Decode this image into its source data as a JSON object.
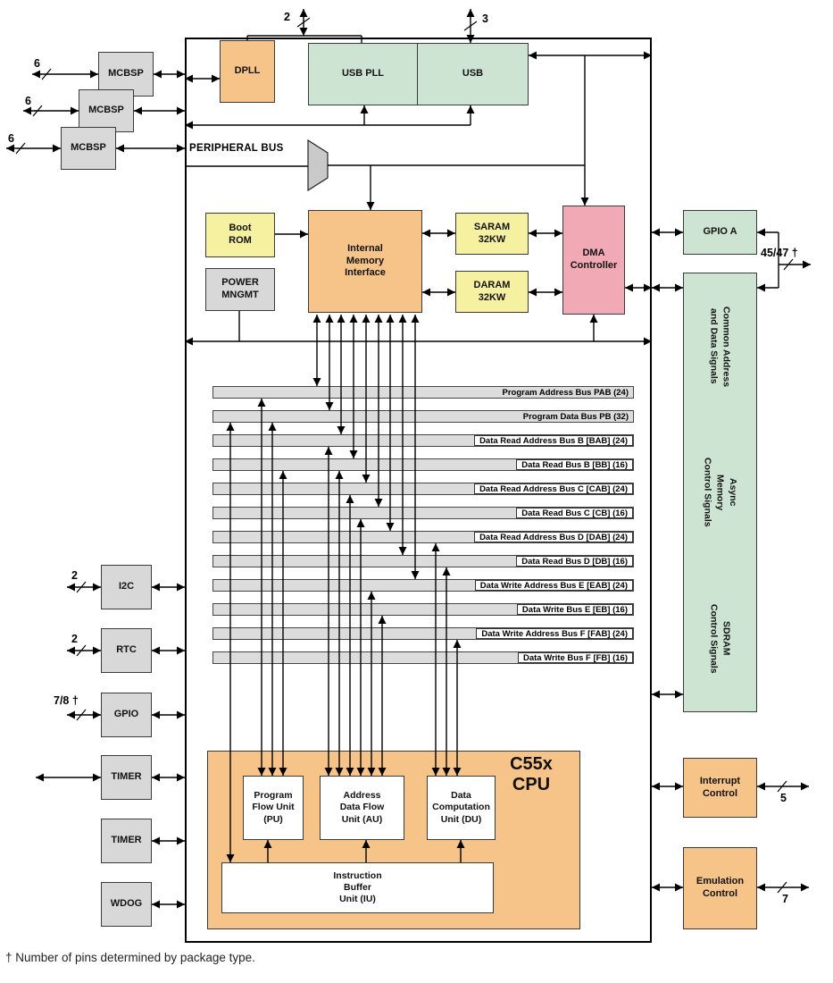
{
  "diagram": {
    "peripheral_bus": "PERIPHERAL BUS",
    "footnote": "† Number of pins determined by package type."
  },
  "blocks": {
    "mcbsp1": "MCBSP",
    "mcbsp2": "MCBSP",
    "mcbsp3": "MCBSP",
    "dpll": "DPLL",
    "usb_pll": "USB PLL",
    "usb": "USB",
    "boot_rom": "Boot\nROM",
    "power_mngmt": "POWER\nMNGMT",
    "imi": "Internal\nMemory\nInterface",
    "saram": "SARAM\n32KW",
    "daram": "DARAM\n32KW",
    "dma": "DMA\nController",
    "gpio_a": "GPIO A",
    "i2c": "I2C",
    "rtc": "RTC",
    "gpio": "GPIO",
    "timer1": "TIMER",
    "timer2": "TIMER",
    "wdog": "WDOG",
    "cpu": "C55x\nCPU",
    "pu": "Program\nFlow Unit\n(PU)",
    "au": "Address\nData Flow\nUnit (AU)",
    "du": "Data\nComputation\nUnit (DU)",
    "iu": "Instruction\nBuffer\nUnit (IU)",
    "interrupt": "Interrupt\nControl",
    "emulation": "Emulation\nControl"
  },
  "right_panel": {
    "common": "Common Address\nand Data Signals",
    "async": "Async\nMemory\nControl Signals",
    "sdram": "SDRAM\nControl Signals"
  },
  "buses": [
    "Program Address Bus PAB (24)",
    "Program Data Bus PB (32)",
    "Data Read Address Bus B [BAB] (24)",
    "Data Read Bus B [BB] (16)",
    "Data Read Address Bus C [CAB] (24)",
    "Data Read Bus C [CB] (16)",
    "Data Read Address Bus D [DAB] (24)",
    "Data Read Bus D [DB] (16)",
    "Data Write Address Bus E [EAB] (24)",
    "Data Write Bus E [EB] (16)",
    "Data Write Address Bus F [FAB] (24)",
    "Data Write Bus F [FB] (16)"
  ],
  "pins": {
    "mcbsp1": "6",
    "mcbsp2": "6",
    "mcbsp3": "6",
    "dpll": "2",
    "usb": "3",
    "i2c": "2",
    "rtc": "2",
    "gpio": "7/8 †",
    "gpio_a": "45/47 †",
    "interrupt": "5",
    "emulation": "7"
  },
  "colors": {
    "orange": "#f6c489",
    "green": "#cde4d2",
    "yellow": "#f6f1a1",
    "pink": "#f2a9b6",
    "gray": "#d8d8d8",
    "bus_gray": "#dcdcdc"
  }
}
